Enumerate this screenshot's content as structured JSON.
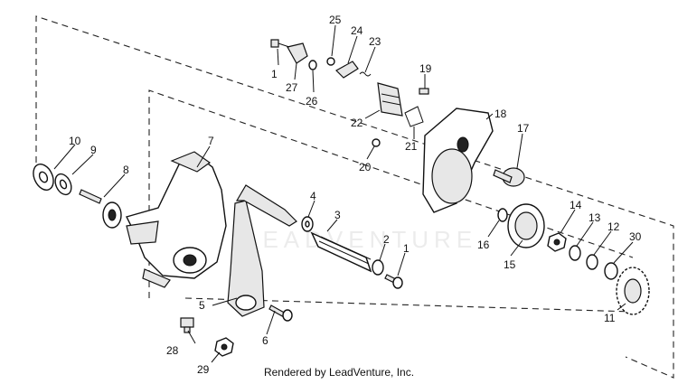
{
  "footer": {
    "text": "Rendered by LeadVenture, Inc."
  },
  "watermark": {
    "text": "LEADVENTURE"
  },
  "callouts": [
    "1",
    "2",
    "3",
    "4",
    "5",
    "6",
    "7",
    "8",
    "9",
    "10",
    "11",
    "12",
    "13",
    "14",
    "15",
    "16",
    "17",
    "18",
    "19",
    "20",
    "21",
    "22",
    "23",
    "24",
    "25",
    "26",
    "27",
    "28",
    "29",
    "30",
    "1"
  ]
}
